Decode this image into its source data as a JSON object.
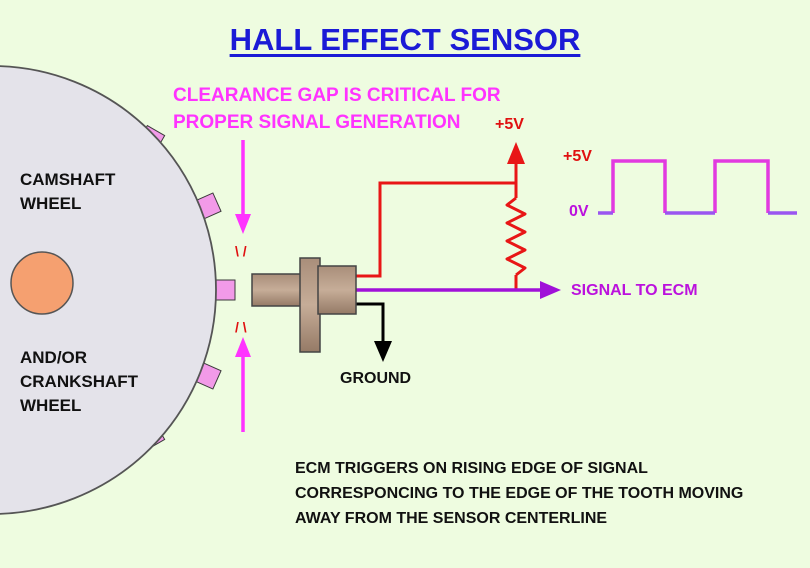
{
  "title": "HALL EFFECT SENSOR",
  "clearance_note": [
    "CLEARANCE GAP IS CRITICAL FOR",
    "PROPER SIGNAL GENERATION"
  ],
  "wheel_label_top": [
    "CAMSHAFT",
    "WHEEL"
  ],
  "wheel_label_bottom": [
    "AND/OR",
    "CRANKSHAFT",
    "WHEEL"
  ],
  "supply_label": "+5V",
  "waveform": {
    "high_label": "+5V",
    "low_label": "0V"
  },
  "signal_label": "SIGNAL TO ECM",
  "ground_label": "GROUND",
  "trigger_note": [
    "ECM TRIGGERS ON RISING EDGE OF SIGNAL",
    "CORRESPONCING TO THE EDGE OF THE TOOTH MOVING",
    "AWAY FROM THE SENSOR CENTERLINE"
  ],
  "gap_marks": [
    "\\ /",
    "/ \\"
  ],
  "colors": {
    "title": "#1b1bd6",
    "annotation": "#ff33ff",
    "supply": "#e01010",
    "signal": "#bb11dd",
    "ground": "#000000",
    "background": "#eefce0"
  }
}
